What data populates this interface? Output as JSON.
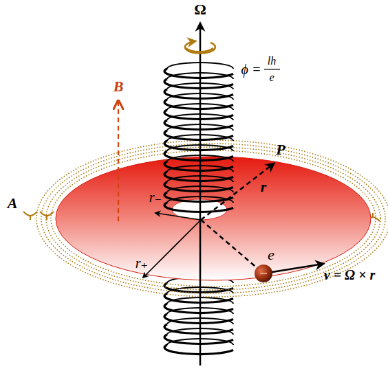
{
  "diagram": {
    "labels": [
      "Ω",
      "B",
      "ϕ =",
      "lh",
      "e",
      "P",
      "r",
      "A",
      "r₋",
      "r₊",
      "e",
      "v = Ω × r"
    ]
  }
}
